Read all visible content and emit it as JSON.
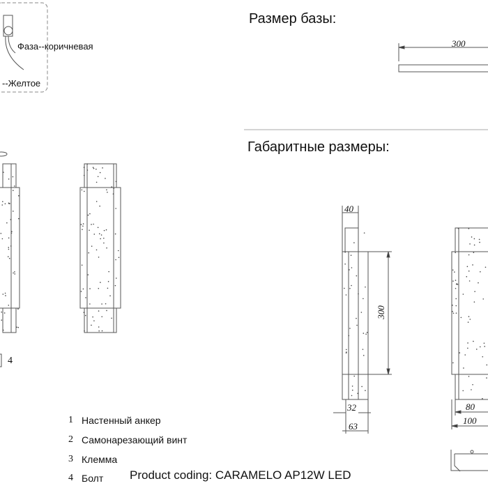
{
  "wiring": {
    "phase_label": "Фаза--коричневая",
    "yellow_label": "--Желтое"
  },
  "base_size": {
    "title": "Размер базы:",
    "length": "300"
  },
  "overall": {
    "title": "Габаритные размеры:",
    "side": {
      "top_width": "40",
      "height": "300",
      "inner_width": "32",
      "outer_width": "63"
    },
    "front": {
      "inner_width": "80",
      "outer_width": "100"
    }
  },
  "mount_callout": "4",
  "parts": [
    {
      "num": "1",
      "label": "Настенный анкер"
    },
    {
      "num": "2",
      "label": "Самонарезающий винт"
    },
    {
      "num": "3",
      "label": "Клемма"
    },
    {
      "num": "4",
      "label": "Болт"
    }
  ],
  "product_coding": "Product coding: CARAMELO AP12W LED"
}
